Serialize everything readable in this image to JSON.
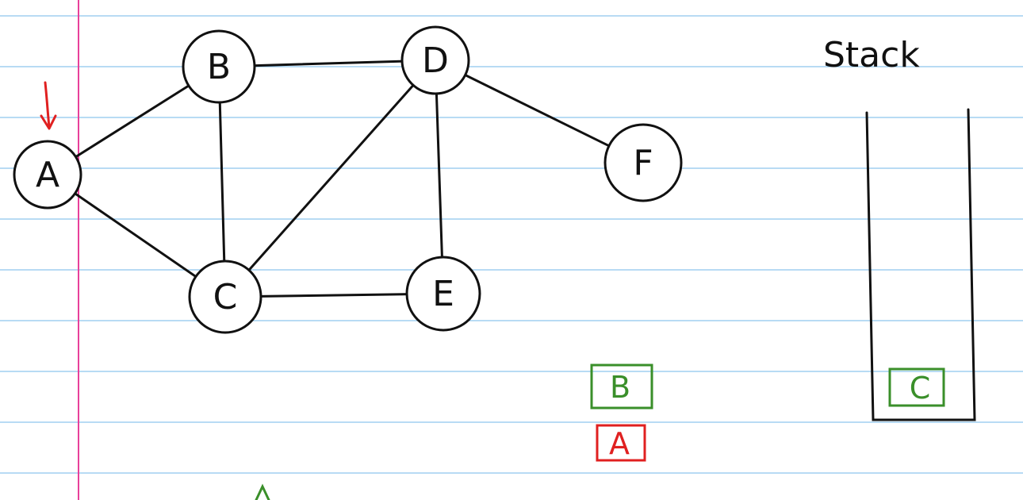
{
  "colors": {
    "ruled_line": "#8ec5ee",
    "margin_line": "#e8409a",
    "ink": "#111111",
    "green": "#3a8f2a",
    "red": "#e02020"
  },
  "graph": {
    "nodes": [
      {
        "id": "A",
        "label": "A"
      },
      {
        "id": "B",
        "label": "B"
      },
      {
        "id": "C",
        "label": "C"
      },
      {
        "id": "D",
        "label": "D"
      },
      {
        "id": "E",
        "label": "E"
      },
      {
        "id": "F",
        "label": "F"
      }
    ],
    "edges": [
      [
        "A",
        "B"
      ],
      [
        "A",
        "C"
      ],
      [
        "B",
        "C"
      ],
      [
        "B",
        "D"
      ],
      [
        "C",
        "D"
      ],
      [
        "C",
        "E"
      ],
      [
        "D",
        "E"
      ],
      [
        "D",
        "F"
      ]
    ],
    "start_marker": {
      "node": "A",
      "icon": "arrow-down-icon",
      "color": "#e02020"
    }
  },
  "visited_boxes": [
    {
      "label": "B",
      "color": "#3a8f2a"
    },
    {
      "label": "A",
      "color": "#e02020"
    }
  ],
  "stack": {
    "title": "Stack",
    "items": [
      {
        "label": "C",
        "color": "#3a8f2a"
      }
    ]
  }
}
